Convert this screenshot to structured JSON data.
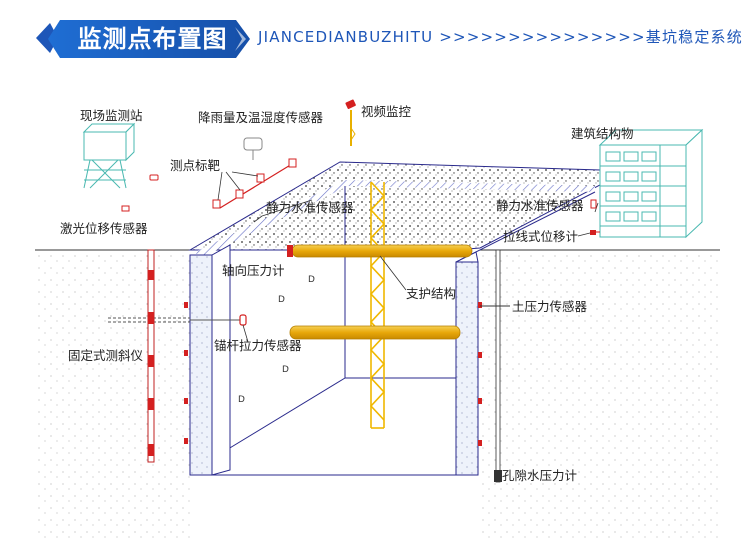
{
  "header": {
    "title": "监测点布置图",
    "subtitle": "JIANCEDIANBUZHITU >>>>>>>>>>>>>>>基坑稳定系统"
  },
  "labels": {
    "station": "现场监测站",
    "rain_sensor": "降雨量及温湿度传感器",
    "video": "视频监控",
    "target": "测点标靶",
    "laser_sensor": "激光位移传感器",
    "level_left": "静力水准传感器",
    "building": "建筑结构物",
    "level_right": "静力水准传感器",
    "wire_sensor": "拉线式位移计",
    "axial_meter": "轴向压力计",
    "support": "支护结构",
    "earth_pressure": "土压力传感器",
    "anchor": "锚杆拉力传感器",
    "inclinometer": "固定式测斜仪",
    "pore_pressure": "孔隙水压力计"
  },
  "colors": {
    "header_blue": "#1e56b8",
    "line_blue": "#2a2a8c",
    "strut_orange": "#e8b00a",
    "truss_yellow": "#f2c200",
    "sensor_red": "#d42020",
    "building_cyan": "#49b8b0"
  }
}
